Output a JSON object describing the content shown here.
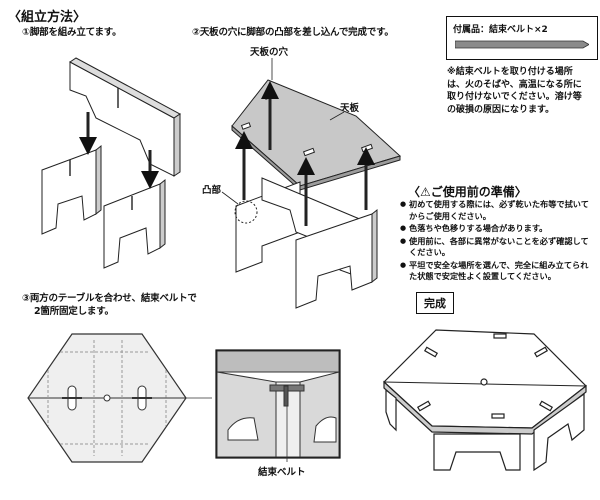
{
  "section_assembly": {
    "title": "〈組立方法〉",
    "step1": "①脚部を組み立てます。",
    "step2": "②天板の穴に脚部の凸部を差し込んで完成です。",
    "step3_line1": "③両方のテーブルを合わせ、結束ベルトで",
    "step3_line2": "2箇所固定します。"
  },
  "labels": {
    "top_hole": "天板の穴",
    "top_board": "天板",
    "tab": "凸部",
    "belt": "結束ベルト",
    "complete": "完成"
  },
  "accessory": {
    "label": "付属品：結束ベルト×2"
  },
  "warning_note": "※結束ベルトを取り付ける場所は、火のそばや、高温になる所に取り付けないでください。溶け等の破損の原因になります。",
  "precautions": {
    "title": "〈⚠ご使用前の準備〉",
    "items": [
      "初めて使用する際には、必ず乾いた布等で拭いてからご使用ください。",
      "色落ちや色移りする場合があります。",
      "使用前に、各部に異常がないことを必ず確認してください。",
      "平坦で安全な場所を選んで、完全に組み立てられた状態で安定性よく設置してください。"
    ]
  }
}
